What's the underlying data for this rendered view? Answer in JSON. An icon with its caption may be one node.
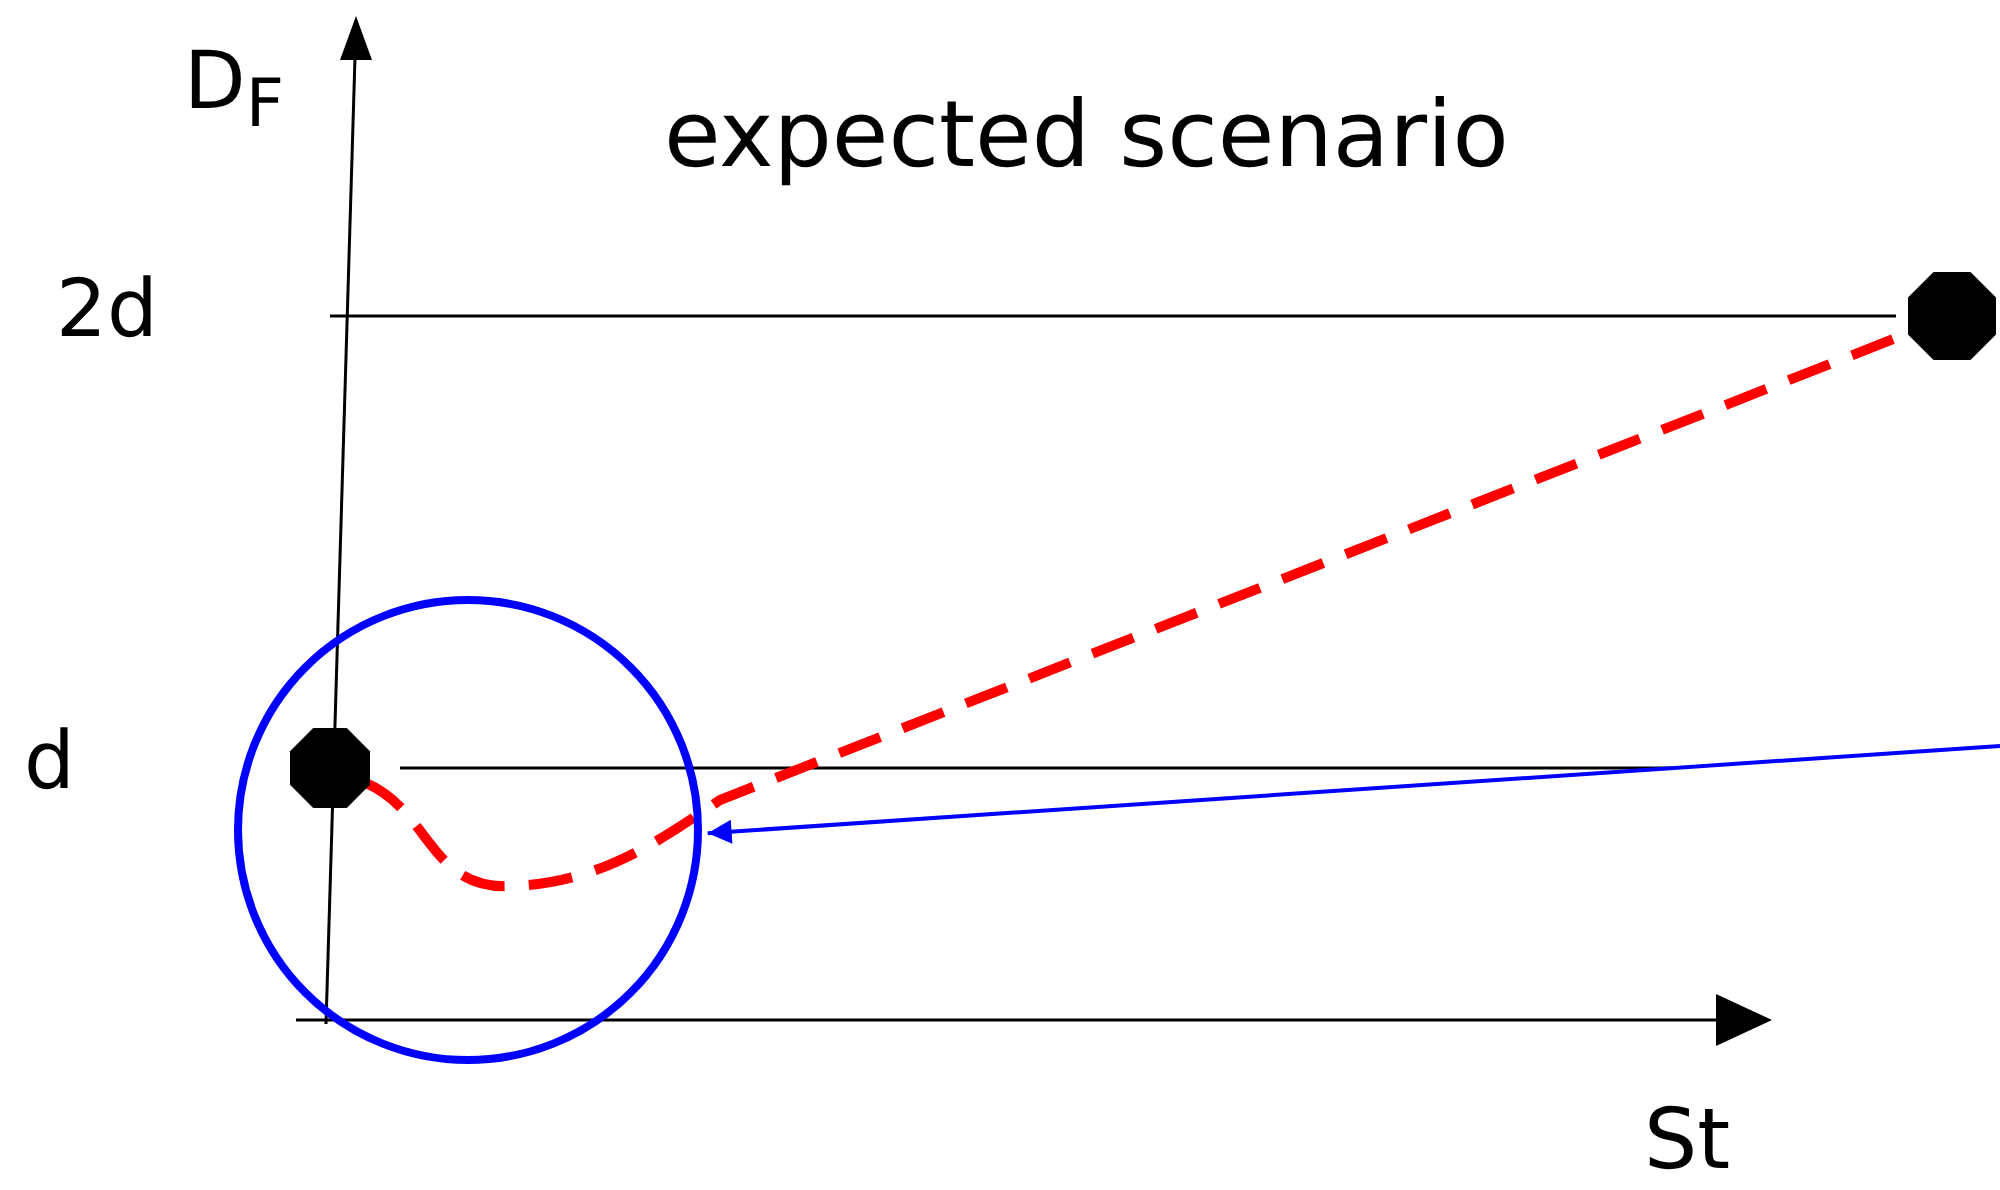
{
  "diagram": {
    "title": "expected scenario",
    "nodes": [
      {
        "text": [],
        "shape": "circle"
      },
      {
        "text": [],
        "shape": "octagon",
        "in": 0
      },
      {
        "text": [],
        "shape": "octagon"
      }
    ],
    "edges": [
      {
        "from": 1,
        "to": 2,
        "arrow": "none",
        "style": "dashed",
        "color": "#ff0000"
      },
      {
        "from": null,
        "to": 0,
        "arrow": "to",
        "color": "#0000ff"
      }
    ],
    "labels": [
      "D$_{F}$",
      "2d",
      "d",
      "St"
    ]
  }
}
